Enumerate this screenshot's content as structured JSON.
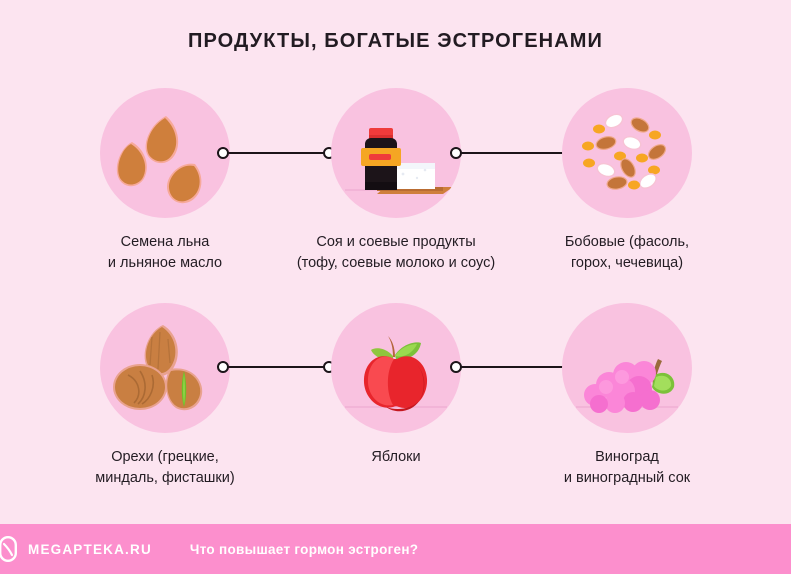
{
  "page": {
    "title": "ПРОДУКТЫ, БОГАТЫЕ ЭСТРОГЕНАМИ",
    "background_color": "#fce4f0",
    "circle_color": "#f9c2e0",
    "connector_color": "#1c1419",
    "text_color": "#231c23"
  },
  "items": [
    {
      "id": "flax-seeds",
      "icon": "flax-seeds-icon",
      "line1": "Семена льна",
      "line2": "и льняное масло"
    },
    {
      "id": "soy",
      "icon": "soy-sauce-tofu-icon",
      "line1": "Соя и соевые продукты",
      "line2": "(тофу, соевые молоко и соус)"
    },
    {
      "id": "legumes",
      "icon": "beans-icon",
      "line1": "Бобовые (фасоль,",
      "line2": "горох, чечевица)"
    },
    {
      "id": "nuts",
      "icon": "nuts-icon",
      "line1": "Орехи (грецкие,",
      "line2": "миндаль, фисташки)"
    },
    {
      "id": "apples",
      "icon": "apple-icon",
      "line1": "Яблоки",
      "line2": ""
    },
    {
      "id": "grapes",
      "icon": "grapes-icon",
      "line1": "Виноград",
      "line2": "и виноградный сок"
    }
  ],
  "footer": {
    "logo_icon": "megapteka-capsule-logo",
    "brand": "MEGAPTEKA.RU",
    "caption": "Что повышает гормон эстроген?",
    "background_color": "#fc8fcd",
    "text_color": "#ffffff"
  }
}
